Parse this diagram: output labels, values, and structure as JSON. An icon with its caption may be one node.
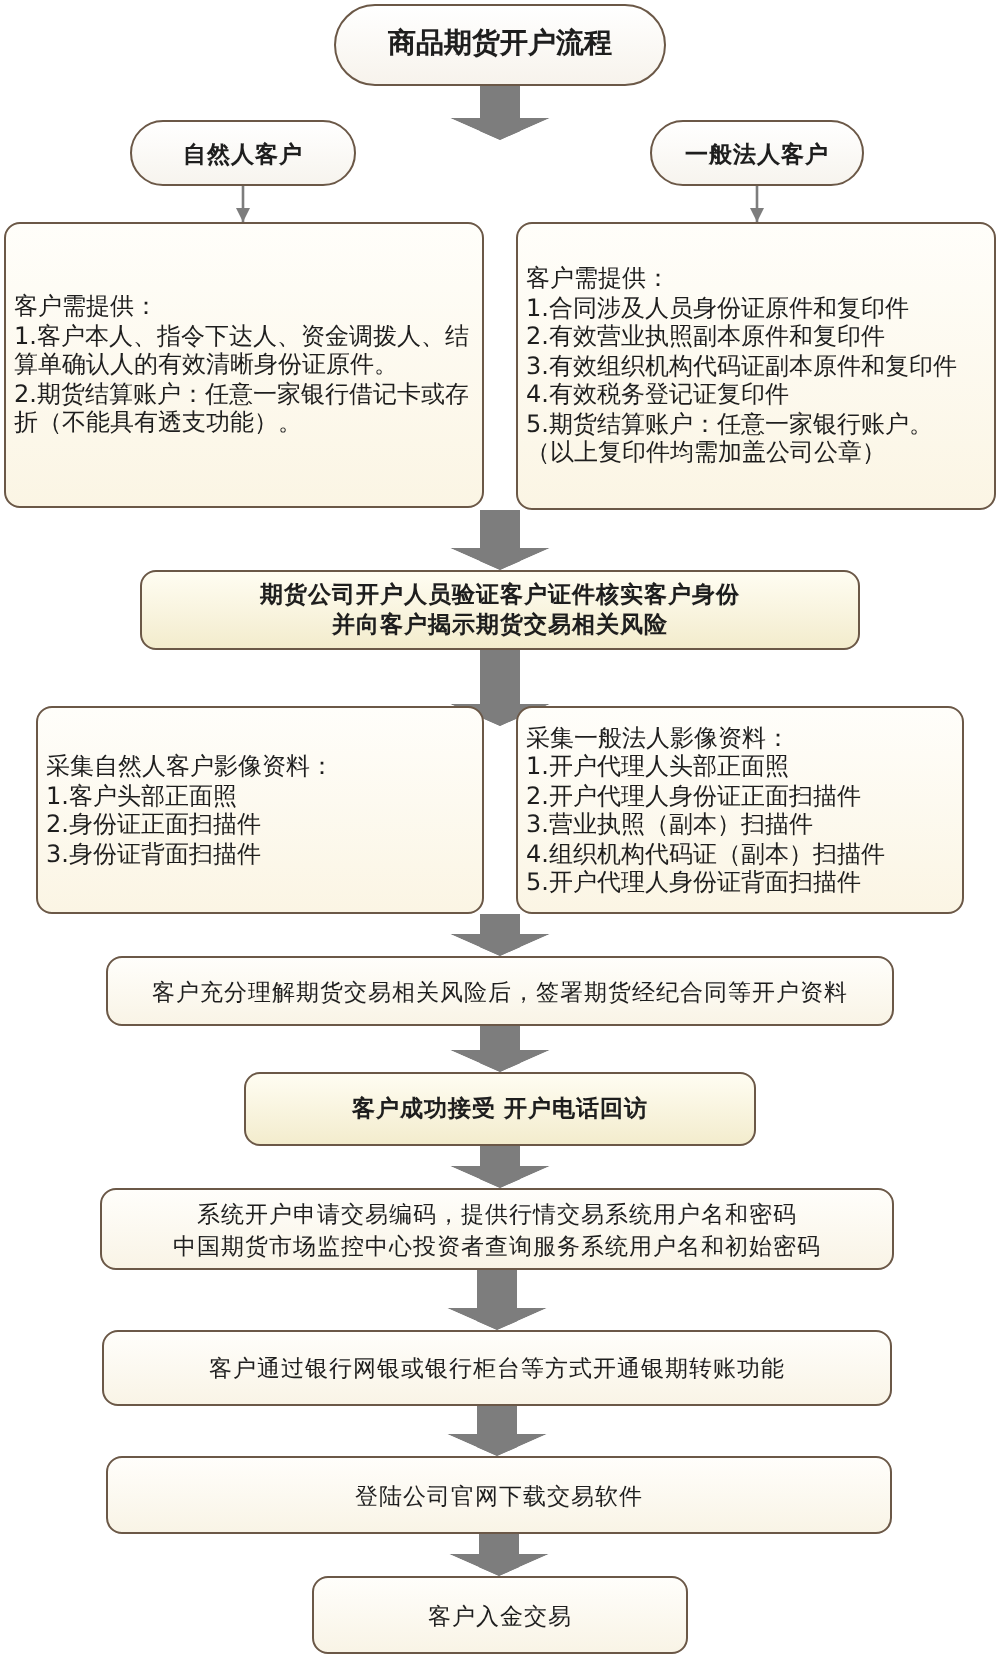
{
  "diagram": {
    "nodes": [
      {
        "text": [
          "商品期货开户流程"
        ]
      },
      {
        "text": [
          "自然人客户"
        ]
      },
      {
        "text": [
          "一般法人客户"
        ]
      },
      {
        "text": [
          "客户需提供：",
          "1.客户本人、指令下达人、资金调拨人、结算单确认人的有效清晰身份证原件。",
          "2.期货结算账户：任意一家银行借记卡或存折（不能具有透支功能）。"
        ]
      },
      {
        "text": [
          "客户需提供：",
          "1.合同涉及人员身份证原件和复印件",
          "2.有效营业执照副本原件和复印件",
          "3.有效组织机构代码证副本原件和复印件",
          "4.有效税务登记证复印件",
          "5.期货结算账户：任意一家银行账户。",
          "（以上复印件均需加盖公司公章）"
        ]
      },
      {
        "text": [
          "期货公司开户人员验证客户证件核实客户身份并向客户揭示期货交易相关风险"
        ]
      },
      {
        "text": [
          "采集自然人客户影像资料：",
          "1.客户头部正面照",
          "2.身份证正面扫描件",
          "3.身份证背面扫描件"
        ]
      },
      {
        "text": [
          "采集一般法人影像资料：",
          "1.开户代理人头部正面照",
          "2.开户代理人身份证正面扫描件",
          "3.营业执照（副本）扫描件",
          "4.组织机构代码证（副本）扫描件",
          "5.开户代理人身份证背面扫描件"
        ]
      },
      {
        "text": [
          "客户充分理解期货交易相关风险后，签署期货经纪合同等开户资料"
        ]
      },
      {
        "text": [
          "客户成功接受 开户电话回访"
        ]
      },
      {
        "text": [
          "系统开户申请交易编码，提供行情交易系统用户名和密码",
          "中国期货市场监控中心投资者查询服务系统用户名和初始密码"
        ]
      },
      {
        "text": [
          "客户通过银行网银或银行柜台等方式开通银期转账功能"
        ]
      },
      {
        "text": [
          "登陆公司官网下载交易软件"
        ]
      },
      {
        "text": [
          "客户入金交易"
        ]
      }
    ],
    "edges": [
      {
        "from": 0,
        "to": 1,
        "arrow": "to"
      },
      {
        "from": 0,
        "to": 2,
        "arrow": "to"
      },
      {
        "from": 1,
        "to": 3,
        "arrow": "to"
      },
      {
        "from": 2,
        "to": 4,
        "arrow": "to"
      },
      {
        "from": 3,
        "to": 5,
        "arrow": "to"
      },
      {
        "from": 4,
        "to": 5,
        "arrow": "to"
      },
      {
        "from": 5,
        "to": 6,
        "arrow": "to"
      },
      {
        "from": 5,
        "to": 7,
        "arrow": "to"
      },
      {
        "from": 6,
        "to": 8,
        "arrow": "to"
      },
      {
        "from": 7,
        "to": 8,
        "arrow": "to"
      },
      {
        "from": 8,
        "to": 9,
        "arrow": "to"
      },
      {
        "from": 9,
        "to": 10,
        "arrow": "to"
      },
      {
        "from": 10,
        "to": 11,
        "arrow": "to"
      },
      {
        "from": 11,
        "to": 12,
        "arrow": "to"
      },
      {
        "from": 12,
        "to": 13,
        "arrow": "to"
      }
    ]
  }
}
